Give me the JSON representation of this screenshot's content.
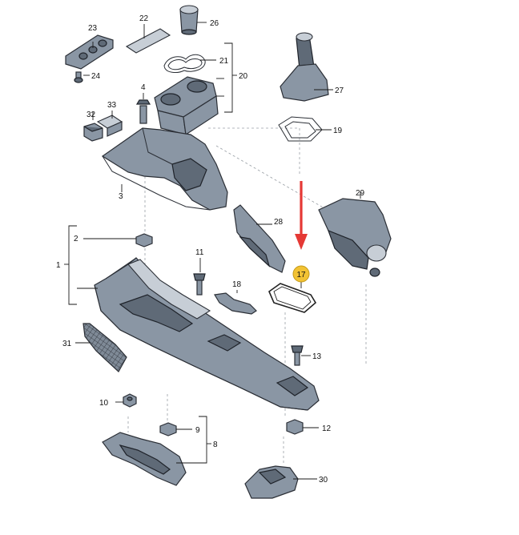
{
  "callouts": {
    "c1": "1",
    "c2": "2",
    "c3": "3",
    "c4": "4",
    "c8": "8",
    "c9": "9",
    "c10": "10",
    "c11": "11",
    "c12": "12",
    "c13": "13",
    "c17": "17",
    "c18": "18",
    "c19": "19",
    "c20": "20",
    "c21": "21",
    "c22": "22",
    "c23": "23",
    "c24": "24",
    "c26": "26",
    "c27": "27",
    "c28": "28",
    "c29": "29",
    "c30": "30",
    "c31": "31",
    "c32": "32",
    "c33": "33"
  },
  "colors": {
    "highlight": "#f2c233",
    "arrow": "#e53935",
    "part_fill": "#8a96a4",
    "outline": "#2b2f36"
  },
  "icons": {
    "pointer": "red-down-arrow-icon"
  }
}
